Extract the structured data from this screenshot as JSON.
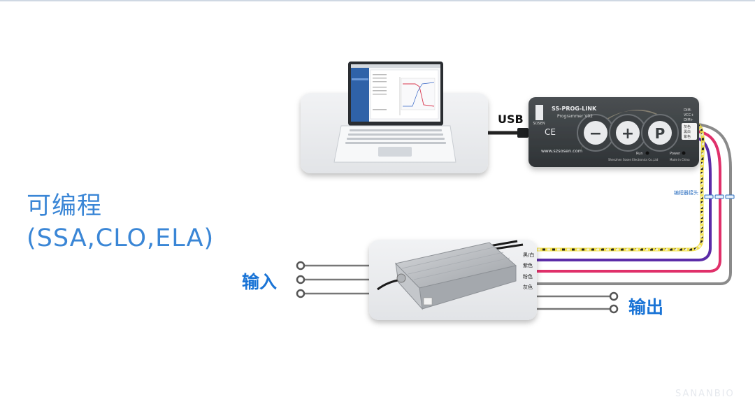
{
  "heading": {
    "line1": "可编程",
    "line2": "(SSA,CLO,ELA)"
  },
  "input_label": "输入",
  "output_label": "输出",
  "usb_label": "USB",
  "programmer": {
    "model": "SS-PROG-LINK",
    "version": "Programmer V02",
    "brand": "SOSEN",
    "website": "www.szsosen.com",
    "manufacturer": "Shenzhen Sosen Electronics Co.,Ltd",
    "origin": "Made in China",
    "ce_mark": "CE",
    "run_label": "Run",
    "power_label": "Power",
    "btn_minus": "−",
    "btn_plus": "+",
    "btn_p": "P",
    "pins": [
      "DIM-",
      "VCC+",
      "DIM+"
    ],
    "port_labels": [
      "灰色",
      "黑白",
      "紫色"
    ]
  },
  "connector_label": "编程器接头",
  "driver_wires": [
    "黑/白",
    "紫色",
    "粉色",
    "灰色"
  ],
  "colors": {
    "accent_blue": "#3a86d6",
    "label_blue": "#1a74d6",
    "wire_purple": "#5b2ca8",
    "wire_pink": "#e0306a",
    "wire_grey": "#8a8a8a",
    "wire_yellow": "#f2e04a"
  },
  "watermark": "SANANBIO"
}
